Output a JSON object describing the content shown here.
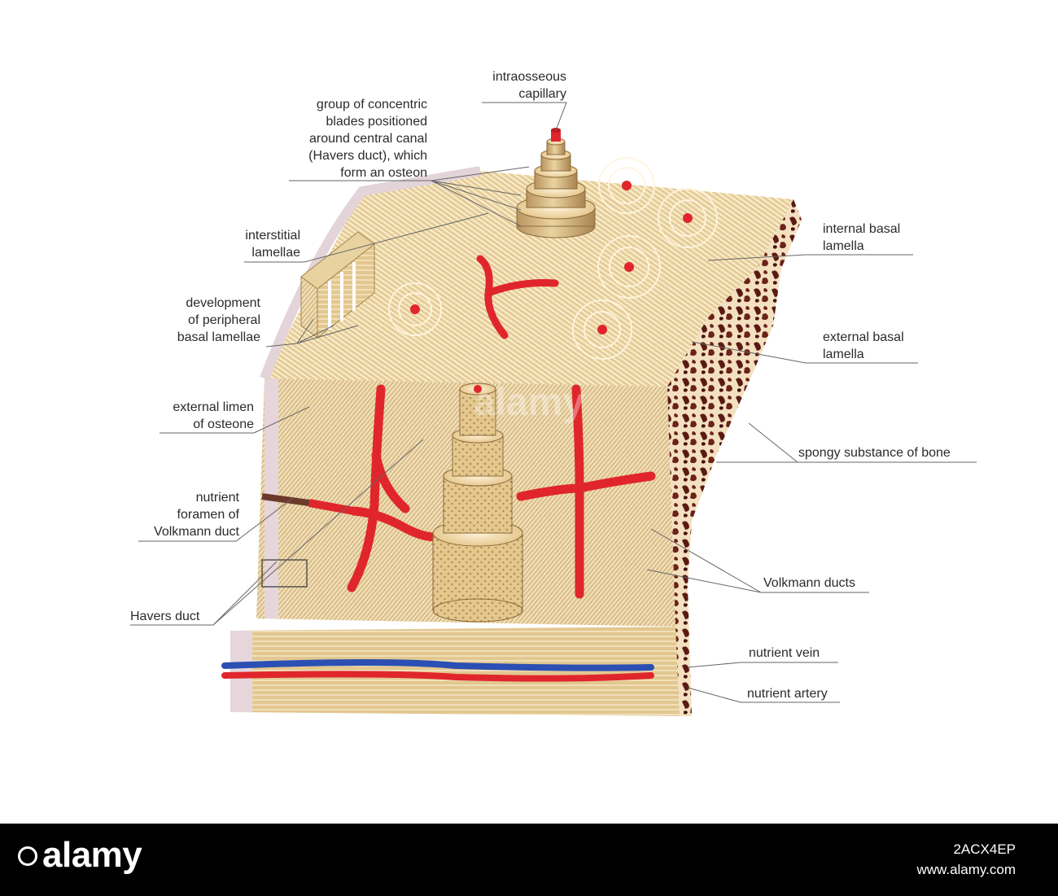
{
  "labels": {
    "intraosseous_capillary": [
      "intraosseous",
      "capillary"
    ],
    "osteon_group": [
      "group of concentric",
      "blades positioned",
      "around central canal",
      "(Havers duct), which",
      "form an osteon"
    ],
    "interstitial_lamellae": [
      "interstitial",
      "lamellae"
    ],
    "peripheral_basal": [
      "development",
      "of peripheral",
      "basal lamellae"
    ],
    "external_limen": [
      "external limen",
      "of osteone"
    ],
    "nutrient_foramen": [
      "nutrient",
      "foramen of",
      "Volkmann duct"
    ],
    "havers_duct": "Havers duct",
    "internal_basal": [
      "internal basal",
      "lamella"
    ],
    "external_basal": [
      "external basal",
      "lamella"
    ],
    "spongy_substance": "spongy substance of bone",
    "volkmann_ducts": "Volkmann ducts",
    "nutrient_vein": "nutrient vein",
    "nutrient_artery": "nutrient artery"
  },
  "watermark": "alamy",
  "footer": {
    "brand": "alamy",
    "image_id": "2ACX4EP",
    "site": "www.alamy.com"
  },
  "colors": {
    "bone": "#e8cf9a",
    "bone_dark": "#c9a86a",
    "vessel_red": "#e0262c",
    "vein_blue": "#2b4fb3",
    "spongy": "#5a1a14",
    "leader": "#666666"
  }
}
